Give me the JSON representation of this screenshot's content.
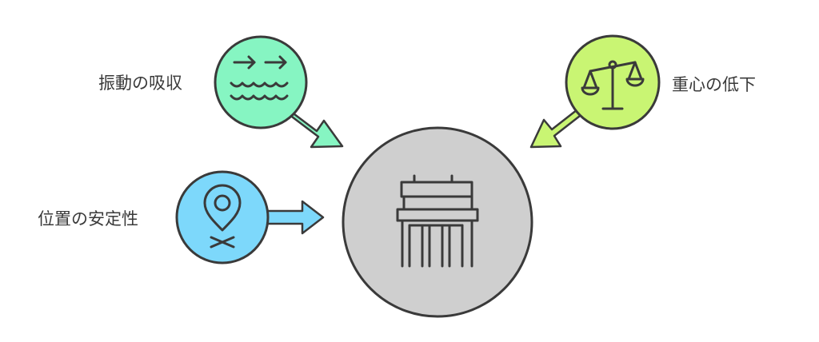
{
  "diagram": {
    "center": {
      "icon": "pier-structure-icon",
      "fill": "#cfcfcf"
    },
    "nodes": [
      {
        "id": "vibration-absorption",
        "label": "振動の吸収",
        "icon": "waves-arrows-icon",
        "color": "#86f5c2"
      },
      {
        "id": "center-of-gravity",
        "label": "重心の低下",
        "icon": "balance-scale-icon",
        "color": "#c9f573"
      },
      {
        "id": "position-stability",
        "label": "位置の安定性",
        "icon": "location-pin-icon",
        "color": "#7dd8fb"
      }
    ],
    "stroke_color": "#3a3a3a"
  }
}
